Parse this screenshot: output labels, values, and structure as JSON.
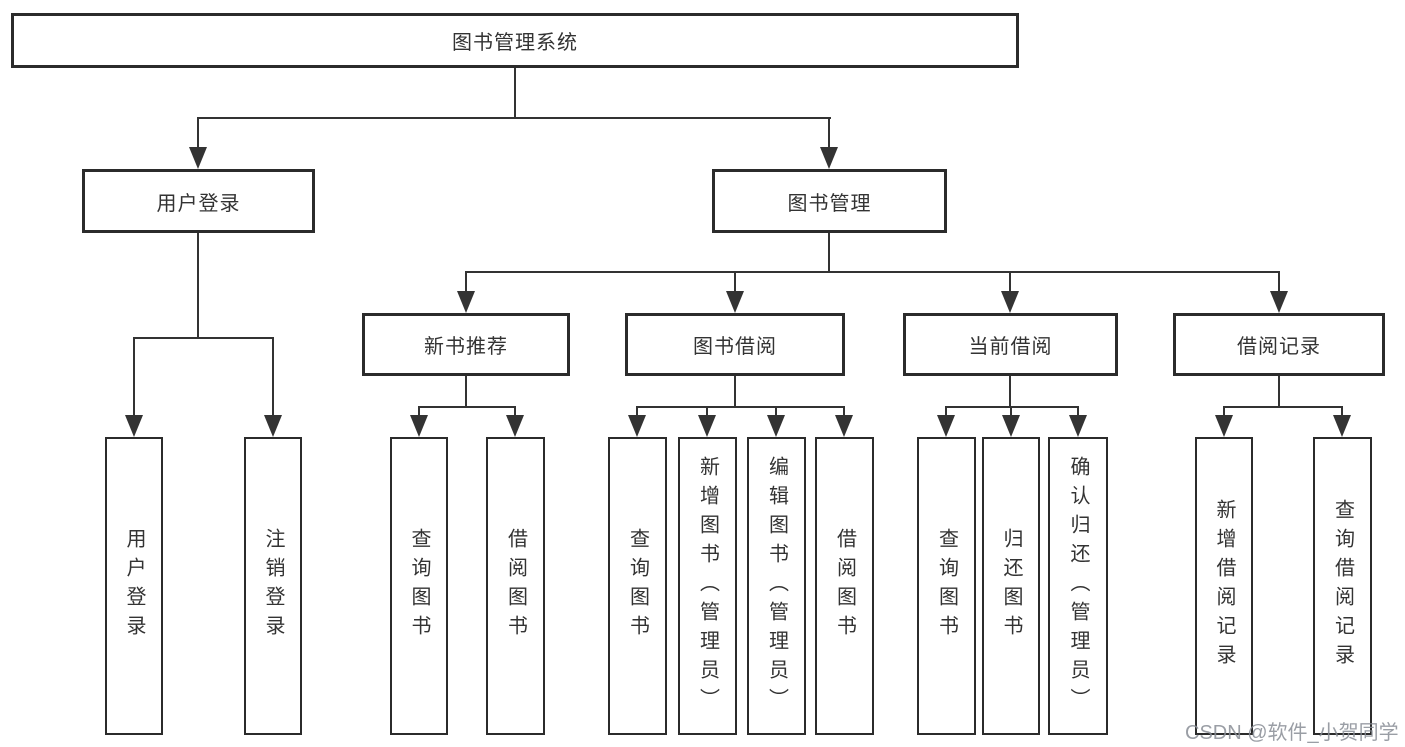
{
  "tree": {
    "label": "图书管理系统",
    "children": [
      {
        "label": "用户登录",
        "children": [
          {
            "label": "用户登录"
          },
          {
            "label": "注销登录"
          }
        ]
      },
      {
        "label": "图书管理",
        "children": [
          {
            "label": "新书推荐",
            "children": [
              {
                "label": "查询图书"
              },
              {
                "label": "借阅图书"
              }
            ]
          },
          {
            "label": "图书借阅",
            "children": [
              {
                "label": "查询图书"
              },
              {
                "label": "新增图书（管理员）"
              },
              {
                "label": "编辑图书（管理员）"
              },
              {
                "label": "借阅图书"
              }
            ]
          },
          {
            "label": "当前借阅",
            "children": [
              {
                "label": "查询图书"
              },
              {
                "label": "归还图书"
              },
              {
                "label": "确认归还（管理员）"
              }
            ]
          },
          {
            "label": "借阅记录",
            "children": [
              {
                "label": "新增借阅记录"
              },
              {
                "label": "查询借阅记录"
              }
            ]
          }
        ]
      }
    ]
  },
  "watermark": {
    "text": "CSDN @软件_小贺同学"
  },
  "colors": {
    "line": "#333333",
    "box_border": "#2b2b2b",
    "box_fill": "#ffffff",
    "text": "#333333",
    "watermark": "#888d95",
    "background": "#ffffff"
  }
}
